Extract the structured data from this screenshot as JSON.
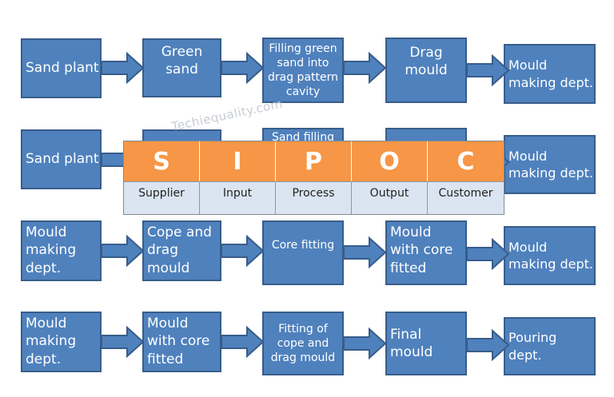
{
  "watermark": "Techiequality.com",
  "rows": [
    {
      "boxes": [
        "Sand plant",
        "Green\nsand",
        "Filling green\nsand into\ndrag pattern\ncavity",
        "Drag\nmould",
        "Mould\nmaking dept."
      ]
    },
    {
      "boxes": [
        "Sand plant",
        "",
        "Sand filling",
        "",
        "Mould\nmaking dept."
      ]
    },
    {
      "boxes": [
        "Mould\nmaking\ndept.",
        "Cope and\ndrag\nmould",
        "Core fitting",
        "Mould\nwith core\nfitted",
        "Mould\nmaking dept."
      ]
    },
    {
      "boxes": [
        "Mould\nmaking\ndept.",
        "Mould\nwith core\nfitted",
        "Fitting of\ncope and\ndrag mould",
        "Final\nmould",
        "Pouring\ndept."
      ]
    }
  ],
  "sipoc": {
    "letters": [
      "S",
      "I",
      "P",
      "O",
      "C"
    ],
    "labels": [
      "Supplier",
      "Input",
      "Process",
      "Output",
      "Customer"
    ]
  },
  "colors": {
    "box_fill": "#4f81bd",
    "box_border": "#385d8a",
    "sipoc_header": "#f79646",
    "sipoc_label_bg": "#dbe5f1"
  }
}
